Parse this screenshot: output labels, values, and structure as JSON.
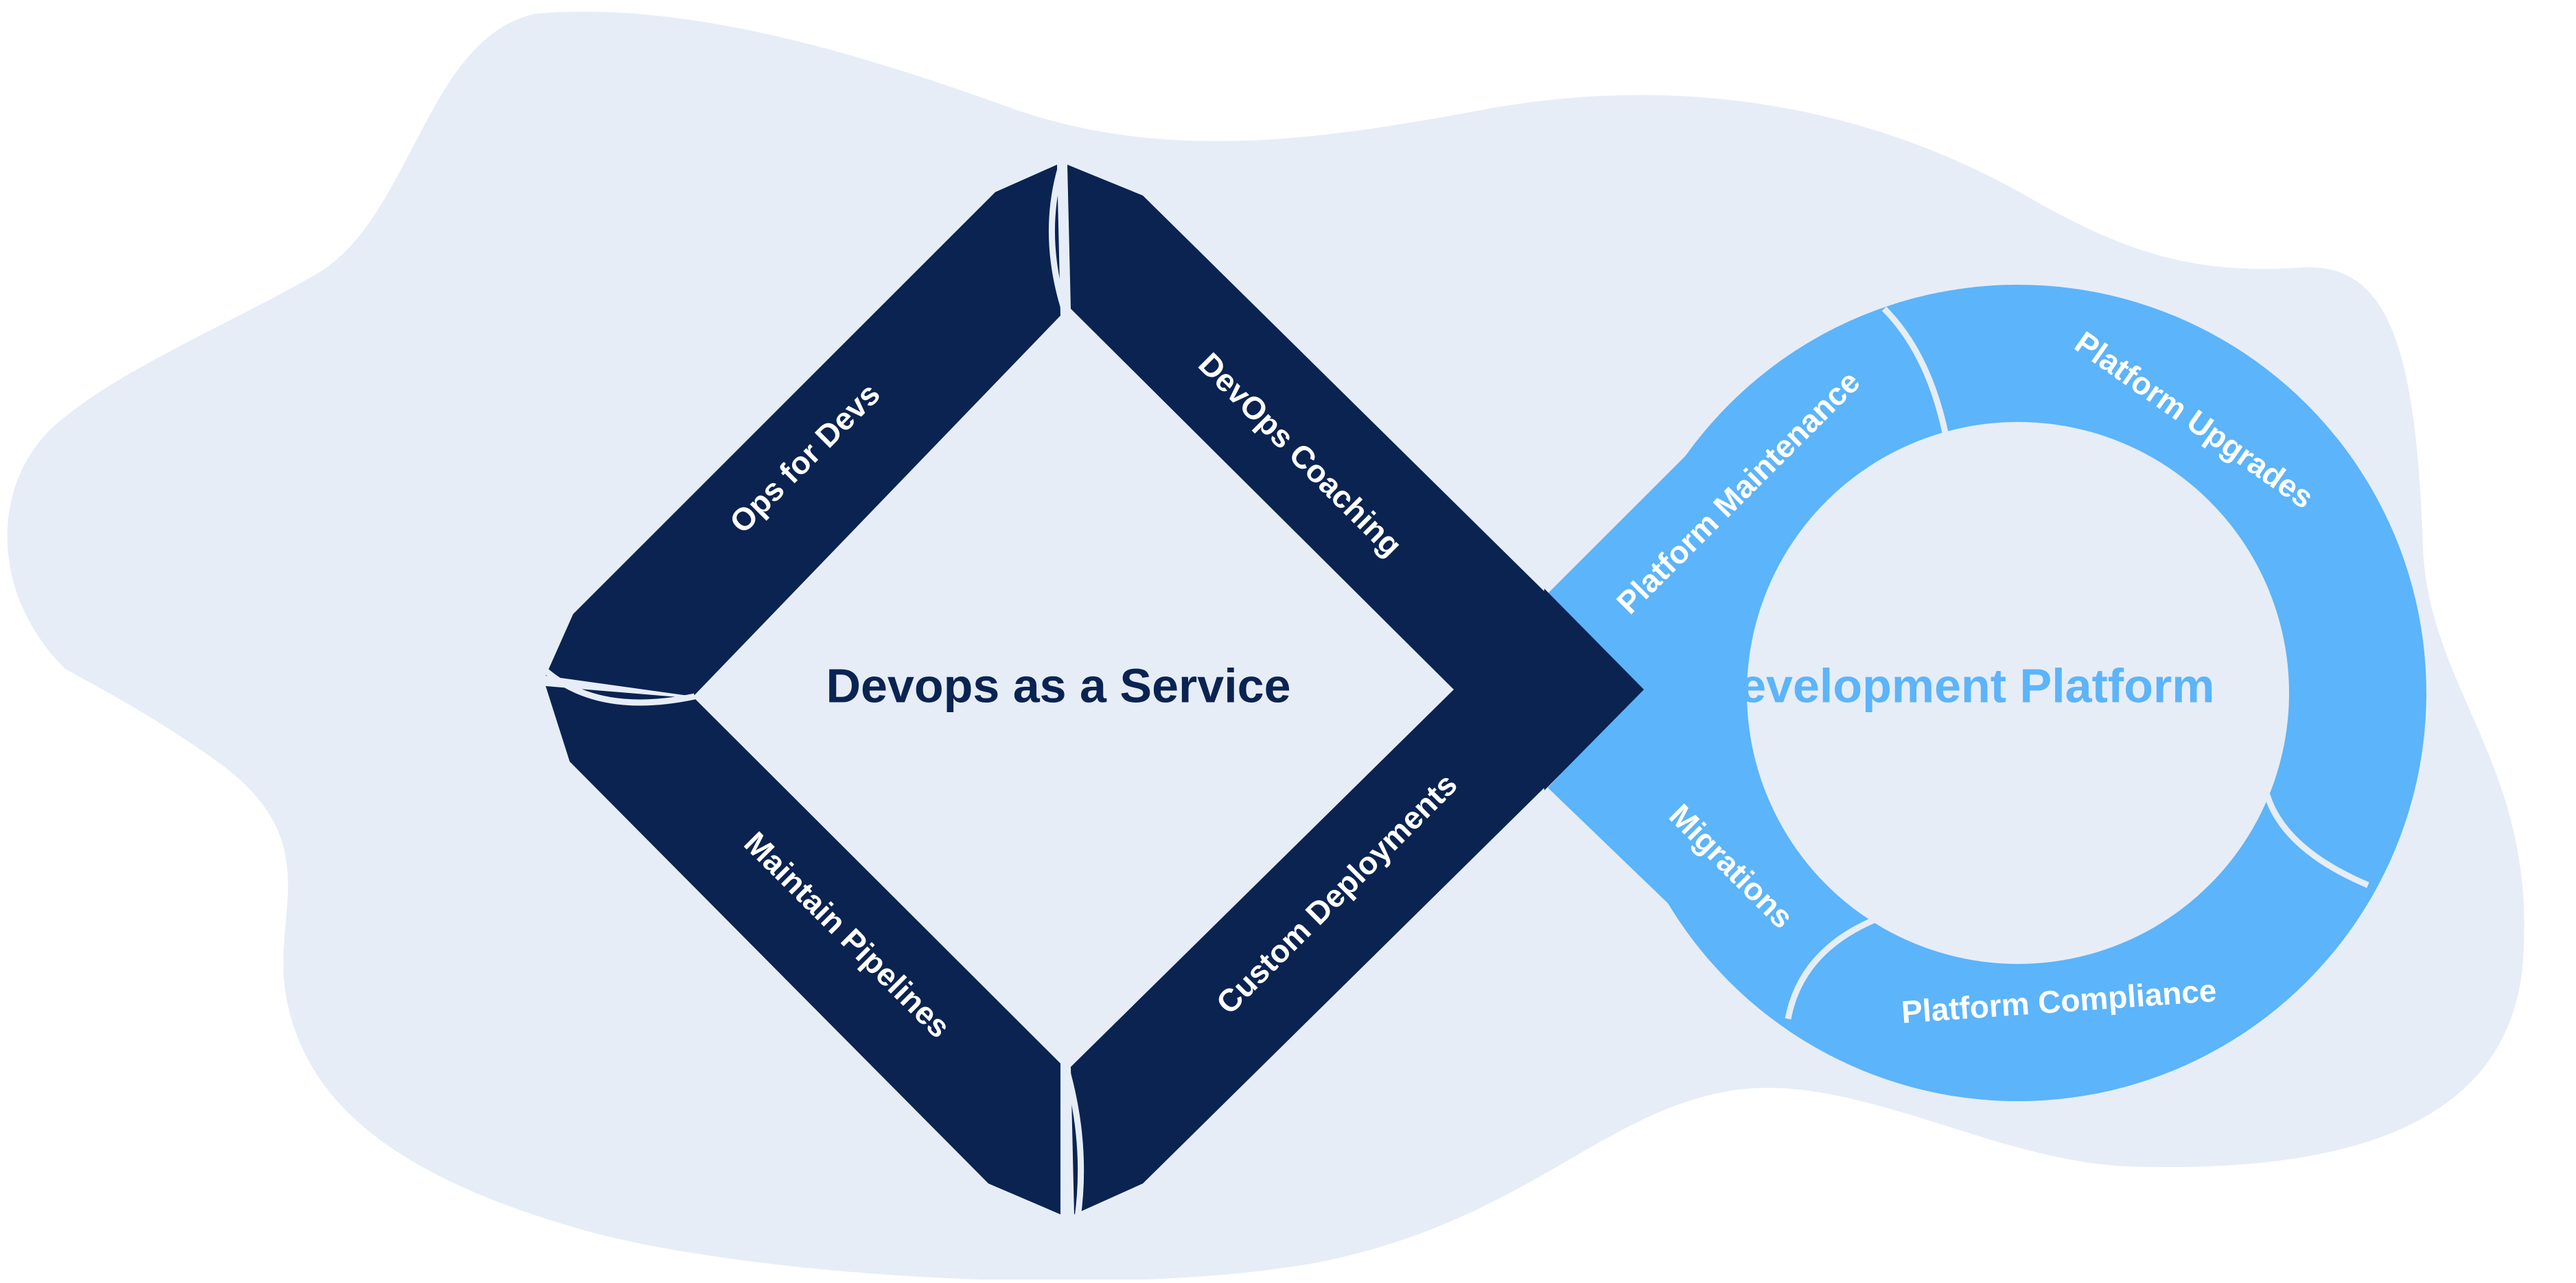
{
  "colors": {
    "background": "#ffffff",
    "blob": "#e6edf7",
    "dark": "#0a2351",
    "light": "#5cb4fa",
    "divider": "#e6edf7"
  },
  "devops": {
    "title": "Devops as a Service",
    "segments": [
      "Ops for Devs",
      "DevOps Coaching",
      "Custom Deployments",
      "Maintain Pipelines"
    ]
  },
  "platform": {
    "title": "Development Platform",
    "segments": [
      "Platform Maintenance",
      "Platform Upgrades",
      "Platform Compliance",
      "Migrations"
    ]
  }
}
